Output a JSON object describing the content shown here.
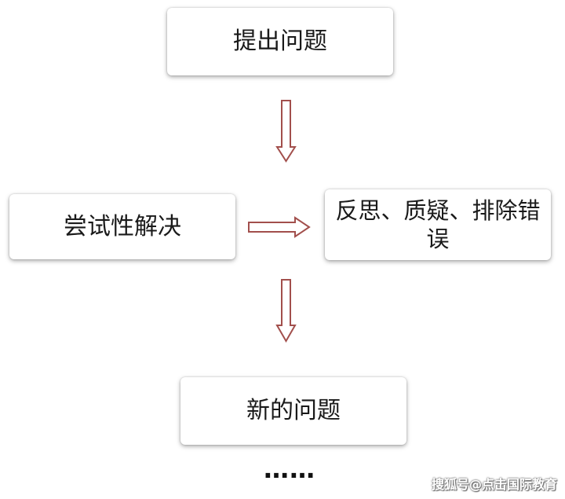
{
  "nodes": {
    "top": "提出问题",
    "left": "尝试性解决",
    "right": "反思、质疑、排除错误",
    "bottom": "新的问题"
  },
  "ellipsis": "……",
  "watermark": "搜狐号@点击国际教育",
  "colors": {
    "arrow_stroke": "#a24f4c",
    "arrow_fill": "#ffffff",
    "box_background": "#ffffff",
    "text": "#1a1a1a"
  }
}
